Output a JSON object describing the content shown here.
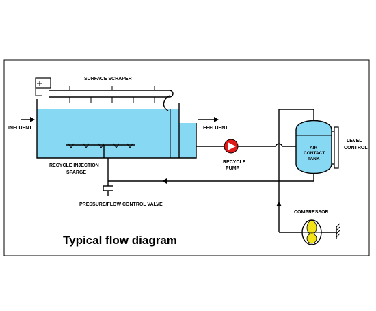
{
  "title": "Typical flow diagram",
  "labels": {
    "surface_scraper": "SURFACE SCRAPER",
    "influent": "INFLUENT",
    "effluent": "EFFLUENT",
    "recycle_injection_line1": "RECYCLE INJECTION",
    "recycle_injection_line2": "SPARGE",
    "pressure_valve": "PRESSURE/FLOW CONTROL VALVE",
    "recycle_pump_line1": "RECYCLE",
    "recycle_pump_line2": "PUMP",
    "air_tank_line1": "AIR",
    "air_tank_line2": "CONTACT",
    "air_tank_line3": "TANK",
    "level_control_line1": "LEVEL",
    "level_control_line2": "CONTROL",
    "compressor": "COMPRESSOR"
  },
  "colors": {
    "water": "#87d8f3",
    "pump": "#e01818",
    "compressor": "#f2e21a",
    "line": "#000000"
  }
}
